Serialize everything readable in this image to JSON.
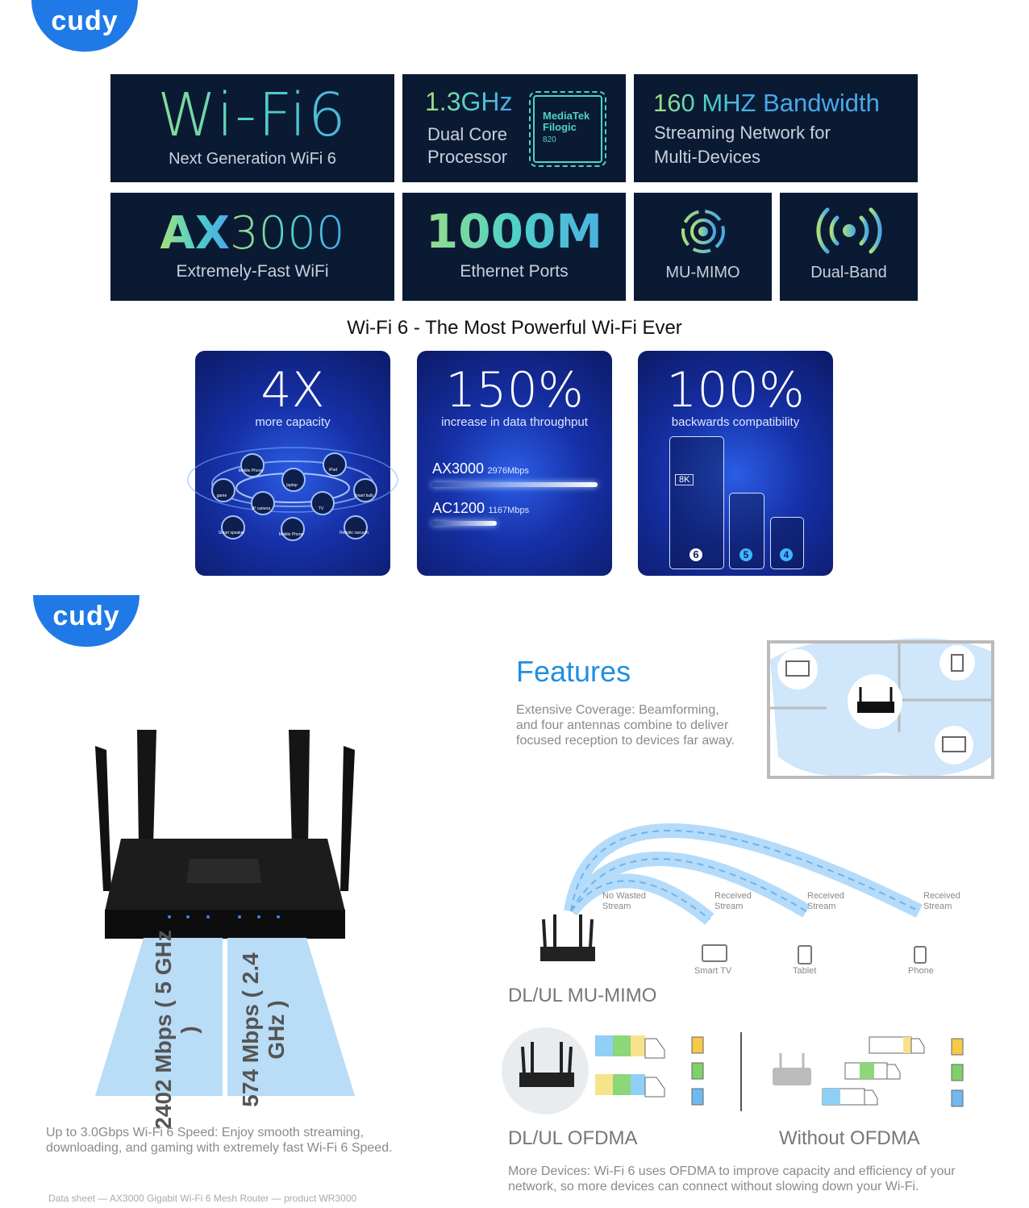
{
  "brand": {
    "logo_text": "cudy",
    "color": "#1f7ae8"
  },
  "tiles": {
    "wifi6": {
      "title": "Wi-Fi6",
      "subtitle": "Next Generation WiFi 6"
    },
    "processor": {
      "speed": "1.3GHz",
      "line1": "Dual Core",
      "line2": "Processor",
      "chip_brand": "MediaTek",
      "chip_name": "Filogic",
      "chip_model": "820"
    },
    "bandwidth": {
      "title_num": "160 MHZ",
      "title_word": "Bandwidth",
      "line1": "Streaming Network for",
      "line2": "Multi-Devices"
    },
    "ax3000": {
      "title_a": "AX",
      "title_b": "3000",
      "subtitle": "Extremely-Fast WiFi"
    },
    "ethernet": {
      "title": "1000M",
      "subtitle": "Ethernet Ports"
    },
    "mumimo": {
      "subtitle": "MU-MIMO",
      "icon": "mu-mimo-icon"
    },
    "dualband": {
      "subtitle": "Dual-Band",
      "icon": "dual-band-icon"
    }
  },
  "headline": "Wi-Fi 6 - The Most Powerful Wi-Fi Ever",
  "cards": [
    {
      "num": "4X",
      "caption": "more capacity",
      "devices": [
        "Mobile Phone",
        "laptop",
        "iPad",
        "game",
        "IP camera",
        "TV",
        "Smart bulb",
        "Smart speaker",
        "Mobile Phone",
        "Robotic vacuum"
      ]
    },
    {
      "num": "150%",
      "caption": "increase in data throughput",
      "rows": [
        {
          "name": "AX3000",
          "speed": "2976Mbps",
          "fraction": 1.0
        },
        {
          "name": "AC1200",
          "speed": "1167Mbps",
          "fraction": 0.392
        }
      ]
    },
    {
      "num": "100%",
      "caption": "backwards compatibility",
      "badges": [
        "8K",
        "6",
        "5",
        "4"
      ]
    }
  ],
  "speeds": {
    "band5": "2402 Mbps ( 5 GHz )",
    "band24": "574 Mbps ( 2.4 GHz )"
  },
  "speed_caption": {
    "line1": "Up to 3.0Gbps Wi-Fi 6 Speed: Enjoy smooth streaming,",
    "line2": "downloading, and gaming with extremely fast Wi-Fi 6 Speed."
  },
  "footnote": "Data sheet — AX3000 Gigabit Wi-Fi 6 Mesh Router — product WR3000",
  "features": {
    "title": "Features",
    "desc1": "Extensive Coverage: Beamforming,",
    "desc2": "and four antennas combine to deliver",
    "desc3": "focused reception to devices far away."
  },
  "mumimo_diagram": {
    "labels": [
      {
        "l1": "No Wasted",
        "l2": "Stream"
      },
      {
        "l1": "Received",
        "l2": "Stream"
      },
      {
        "l1": "Received",
        "l2": "Stream"
      },
      {
        "l1": "Received",
        "l2": "Stream"
      }
    ],
    "devices": [
      "Smart TV",
      "Tablet",
      "Phone"
    ],
    "title": "DL/UL MU-MIMO"
  },
  "ofdma": {
    "with_title": "DL/UL OFDMA",
    "without_title": "Without OFDMA",
    "desc1": "More Devices: Wi-Fi 6 uses OFDMA to improve capacity and efficiency of your",
    "desc2": "network, so more devices can connect without slowing down your Wi-Fi."
  }
}
